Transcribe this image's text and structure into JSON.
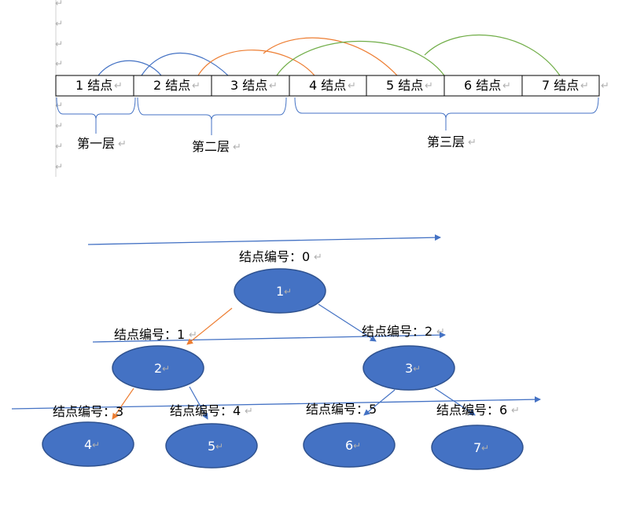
{
  "para_mark": "↵",
  "array": {
    "cells": [
      "1 结点",
      "2 结点",
      "3 结点",
      "4 结点",
      "5 结点",
      "6 结点",
      "7 结点"
    ]
  },
  "layers": [
    "第一层",
    "第二层",
    "第三层"
  ],
  "tree": {
    "nodes": [
      {
        "label": "1",
        "caption": "结点编号：0"
      },
      {
        "label": "2",
        "caption": "结点编号：1"
      },
      {
        "label": "3",
        "caption": "结点编号：2"
      },
      {
        "label": "4",
        "caption": "结点编号：3"
      },
      {
        "label": "5",
        "caption": "结点编号：4"
      },
      {
        "label": "6",
        "caption": "结点编号：5"
      },
      {
        "label": "7",
        "caption": "结点编号：6"
      }
    ]
  },
  "colors": {
    "node_fill": "#4472C4",
    "node_stroke": "#2F528F",
    "blue_line": "#4472C4",
    "orange_line": "#ED7D31",
    "green_line": "#70AD47",
    "bracket": "#4472C4",
    "cell_border": "#000000"
  }
}
